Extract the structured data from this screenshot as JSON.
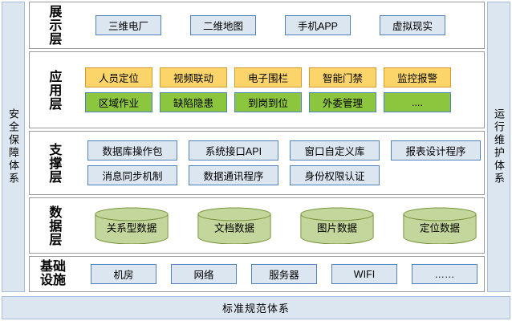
{
  "rails": {
    "left": {
      "label": "安全保障体系"
    },
    "right": {
      "label": "运行维护体系"
    }
  },
  "bottom": {
    "label": "标准规范体系"
  },
  "layers": [
    {
      "title": "展示层",
      "title_mode": "vertical",
      "rows": [
        {
          "style": "blue",
          "items": [
            "三维电厂",
            "二维地图",
            "手机APP",
            "虚拟现实"
          ]
        }
      ]
    },
    {
      "title": "应用层",
      "title_mode": "vertical",
      "rows": [
        {
          "style": "orange",
          "items": [
            "人员定位",
            "视频联动",
            "电子围栏",
            "智能门禁",
            "监控报警"
          ]
        },
        {
          "style": "green",
          "items": [
            "区域作业",
            "缺陷隐患",
            "到岗到位",
            "外委管理",
            "...."
          ]
        }
      ]
    },
    {
      "title": "支撑层",
      "title_mode": "vertical",
      "rows": [
        {
          "style": "blue",
          "items": [
            "数据库操作包",
            "系统接口API",
            "窗口自定义库",
            "报表设计程序"
          ]
        },
        {
          "style": "blue",
          "items": [
            "消息同步机制",
            "数据通讯程序",
            "身份权限认证"
          ]
        }
      ]
    },
    {
      "title": "数据层",
      "title_mode": "vertical",
      "rows": [
        {
          "style": "cylinder",
          "items": [
            "关系型数据",
            "文档数据",
            "图片数据",
            "定位数据"
          ]
        }
      ]
    },
    {
      "title": "基础设施",
      "title_mode": "wrap",
      "rows": [
        {
          "style": "blue",
          "items": [
            "机房",
            "网络",
            "服务器",
            "WIFI",
            "……"
          ]
        }
      ]
    }
  ],
  "colors": {
    "rail_fill": "#dce6f1",
    "rail_border": "#a8bdd6",
    "box_blue_fill": "#dce6f1",
    "box_blue_border": "#4f81bd",
    "box_orange_fill": "#fcd56a",
    "box_orange_border": "#d79b2a",
    "box_green_fill": "#8cc63e",
    "box_green_border": "#4f81bd",
    "cylinder_fill": "#c3d69b",
    "cylinder_border": "#76923c",
    "panel_border": "#9a9a9a"
  }
}
